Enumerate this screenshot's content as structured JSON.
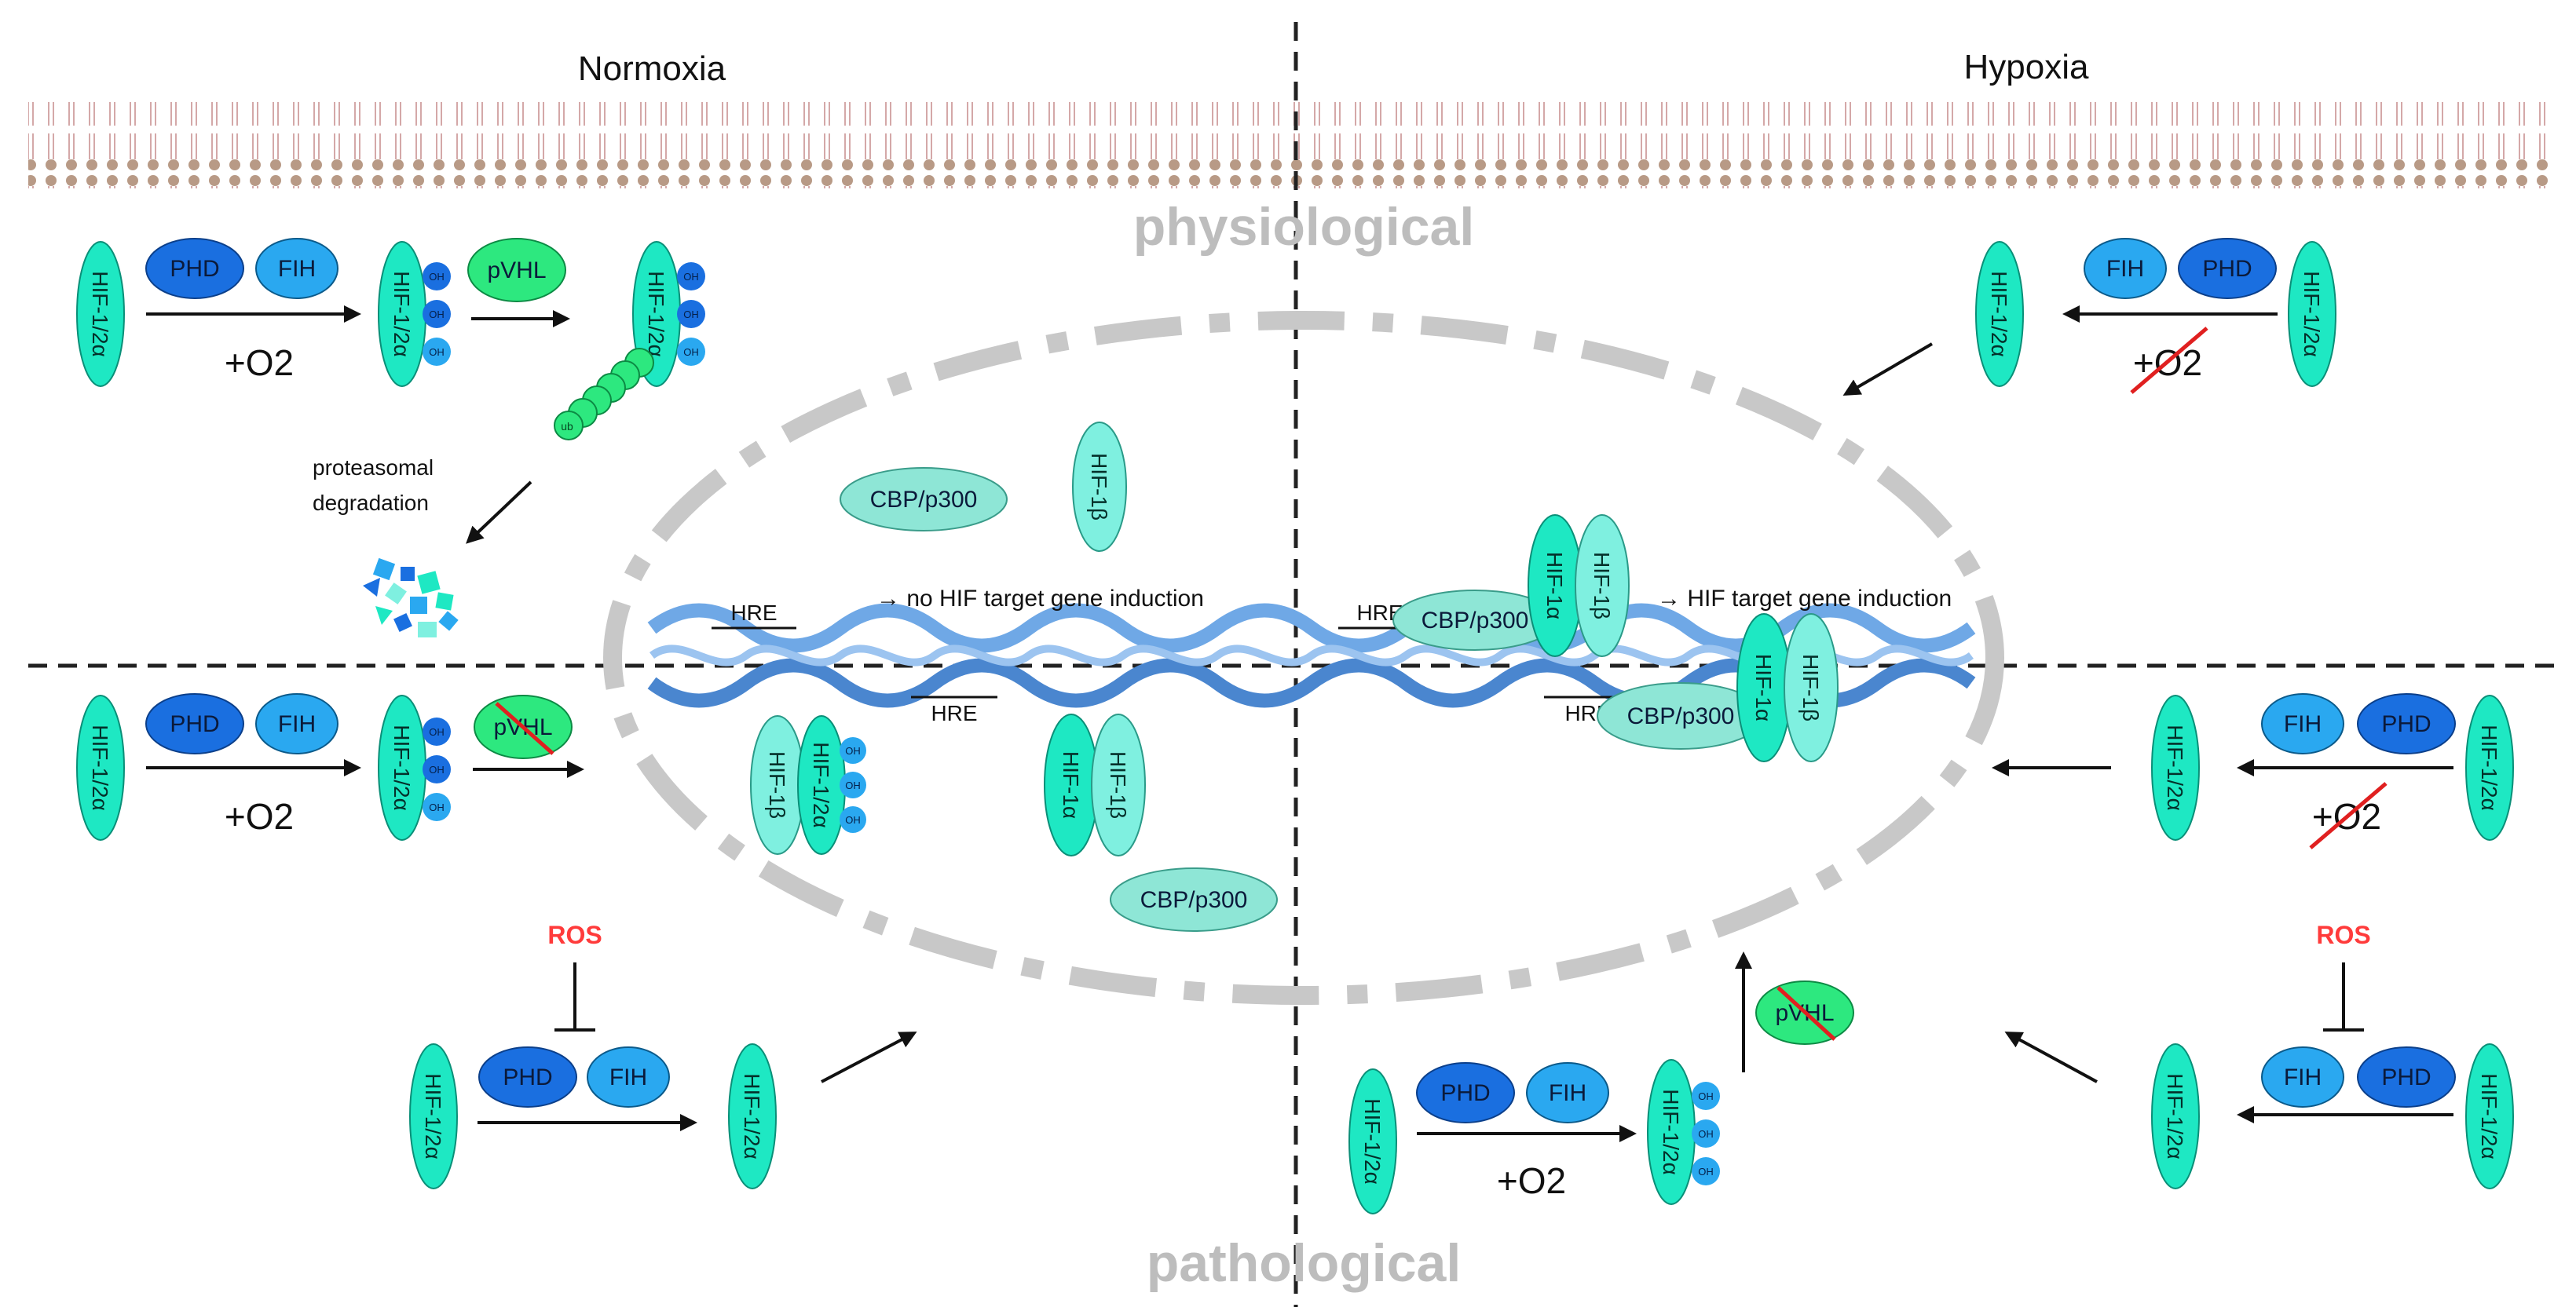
{
  "headers": {
    "normoxia": "Normoxia",
    "hypoxia": "Hypoxia"
  },
  "contexts": {
    "physiological": "physiological",
    "pathological": "pathological"
  },
  "molecules": {
    "hif12a": "HIF-1/2α",
    "hif1a": "HIF-1α",
    "hif1b": "HIF-1β",
    "phd": "PHD",
    "fih": "FIH",
    "pvhl": "pVHL",
    "cbp": "CBP/p300",
    "oh": "OH",
    "ub": "ub"
  },
  "labels": {
    "o2": "+O2",
    "proteasomal": "proteasomal",
    "degradation": "degradation",
    "hre": "HRE",
    "no_induction": "→ no HIF target gene induction",
    "induction": "→ HIF target gene induction",
    "ros": "ROS"
  },
  "colors": {
    "hif": "#1ee8c3",
    "hif1b": "#7ff0e0",
    "phd": "#1a6fe0",
    "fih": "#2aa8f0",
    "pvhl": "#2de87f",
    "cbp": "#8ee6d6",
    "dna": "#6fa8e6",
    "membrane": "#b89a86",
    "ros": "#ff3b3b",
    "context_text": "#bdbdbd"
  }
}
